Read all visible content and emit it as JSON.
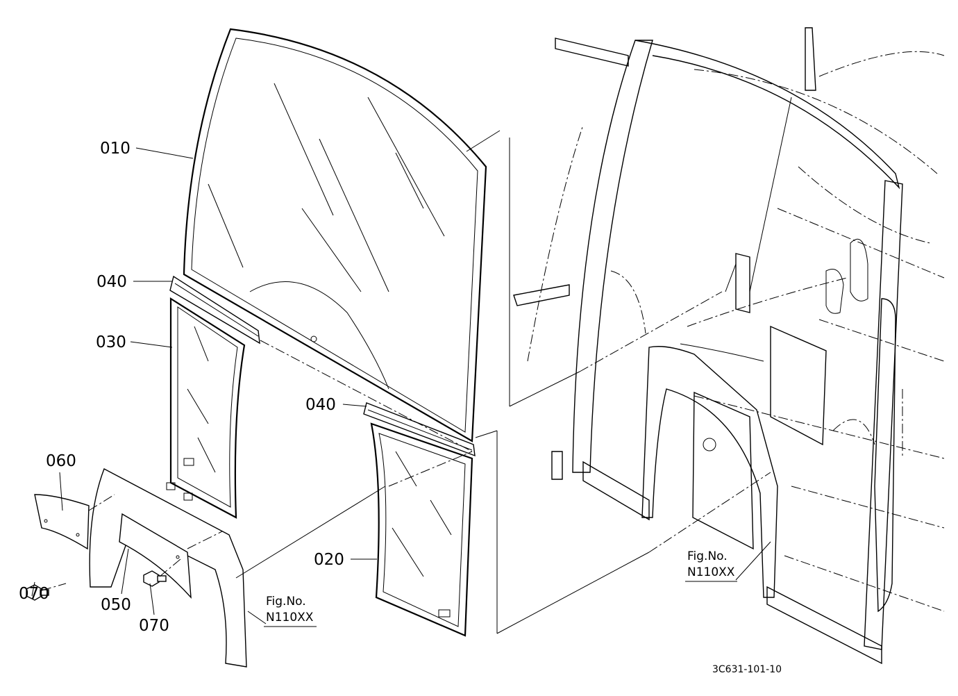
{
  "callouts": {
    "c010": "010",
    "c040a": "040",
    "c030": "030",
    "c060": "060",
    "c040b": "040",
    "c070a": "070",
    "c050": "050",
    "c070b": "070",
    "c020": "020"
  },
  "fig_refs": {
    "left": {
      "line1": "Fig.No.",
      "line2": "N110XX"
    },
    "right": {
      "line1": "Fig.No.",
      "line2": "N110XX"
    }
  },
  "diagram_code": "3C631-101-10"
}
